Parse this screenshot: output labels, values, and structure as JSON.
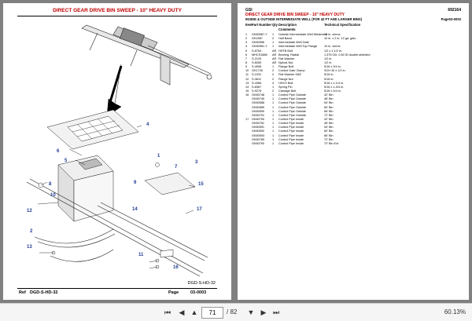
{
  "left_page": {
    "header": "DIRECT GEAR DRIVE BIN SWEEP - 10\" HEAVY DUTY",
    "callouts": [
      "4",
      "6",
      "5",
      "7",
      "8",
      "9",
      "10",
      "11",
      "12",
      "13",
      "14",
      "15",
      "16",
      "17",
      "1",
      "2",
      "3"
    ],
    "drawing_ref": "DGD-S-HD-32",
    "footer_ref_label": "Ref",
    "footer_ref": "DGD-S-HD-32",
    "footer_page_label": "Page",
    "footer_page": "03-0003"
  },
  "right_page": {
    "top_left": "GSI",
    "top_right": "692164",
    "title": "DIRECT GEAR DRIVE BIN SWEEP - 10\" HEAVY DUTY",
    "subtitle": "INSIDE & OUTSIDE INTERMEDIATE WELL (FOR 42 FT AND LARGER BINS)",
    "page_ref": "Page03-0003",
    "columns": [
      "Item",
      "Part Number",
      "Qty",
      "Description",
      "Technical Specification"
    ],
    "comments_label": "Comments",
    "rows": [
      [
        "1",
        "GK80567-Y",
        "1",
        "Outside Intermediate Well Weldment",
        "10 in. w/rms"
      ],
      [
        "2",
        "GK1857",
        "2",
        "Half Band",
        "10 in. x 2 in. 12 ga. galv."
      ],
      [
        "3",
        "GK80556",
        "1",
        "Intermediate Well Gate",
        ""
      ],
      [
        "4",
        "GK80561-Y",
        "1",
        "Intermediate Well Top Flange",
        "10 in. w/rms"
      ],
      [
        "5",
        "S-8763",
        "AR",
        "HHTB Bolt",
        "1/2 x 1-1/2 in."
      ],
      [
        "6",
        "MHCS1888",
        "AR",
        "Bearing, Radial",
        "1.375 OD, 0.50 ID double-shielded"
      ],
      [
        "7",
        "S-2129",
        "AR",
        "Flat Washer",
        "1/2 in."
      ],
      [
        "8",
        "S-8269",
        "AR",
        "Nylock Nut",
        "1/2 in."
      ],
      [
        "9",
        "S-4906",
        "1",
        "Flange Bolt",
        "5/16 x 3/4 in."
      ],
      [
        "10",
        "GK1726",
        "2",
        "Control Gate Clamp",
        "SCH 40 x 1/2 in."
      ],
      [
        "11",
        "S-1931",
        "2",
        "Flat Washer SAE",
        "5/16 in."
      ],
      [
        "12",
        "S-3611",
        "2",
        "Flange Nut",
        "5/16 in."
      ],
      [
        "13",
        "S-4366",
        "4",
        "HHCS Bolt",
        "5/16 x 1-1/4 in."
      ],
      [
        "14",
        "S-8367",
        "1",
        "Spring Pin",
        "5/16 x 1-3/4 in."
      ],
      [
        "15",
        "S-9276",
        "2",
        "Carriage Bolt",
        "5/16 x 3/4 in."
      ],
      [
        "16",
        "GK80748",
        "1",
        "Control Pipe Outside",
        "42' Bin"
      ],
      [
        "",
        "GK80749",
        "1",
        "Control Pipe Outside",
        "48' Bin"
      ],
      [
        "",
        "GK80588",
        "1",
        "Control Pipe Outside",
        "54' Bin"
      ],
      [
        "",
        "GK80589",
        "1",
        "Control Pipe Outside",
        "60' Bin"
      ],
      [
        "",
        "GK80590",
        "1",
        "Control Pipe Outside",
        "66' Bin"
      ],
      [
        "",
        "GK80791",
        "1",
        "Control Pipe Outside",
        "72' Bin"
      ],
      [
        "17",
        "GK80750",
        "1",
        "Control Pipe Inside",
        "42' Bin"
      ],
      [
        "",
        "GK80751",
        "1",
        "Control Pipe Inside",
        "48' Bin"
      ],
      [
        "",
        "GK80591",
        "1",
        "Control Pipe Inside",
        "54' Bin"
      ],
      [
        "",
        "GK80592",
        "1",
        "Control Pipe Inside",
        "60' Bin"
      ],
      [
        "",
        "GK80593",
        "1",
        "Control Pipe Inside",
        "66' Bin"
      ],
      [
        "",
        "GK80789",
        "1",
        "Control Pipe Inside",
        "72' Bin"
      ],
      [
        "",
        "GK80790",
        "1",
        "Control Pipe Inside",
        "72' Bin Ext"
      ]
    ]
  },
  "toolbar": {
    "current_page": "71",
    "total_pages": "/ 82",
    "zoom": "60.13%"
  },
  "colors": {
    "header_red": "#c00000",
    "callout_blue": "#1f3a93",
    "viewer_bg": "#808080"
  }
}
